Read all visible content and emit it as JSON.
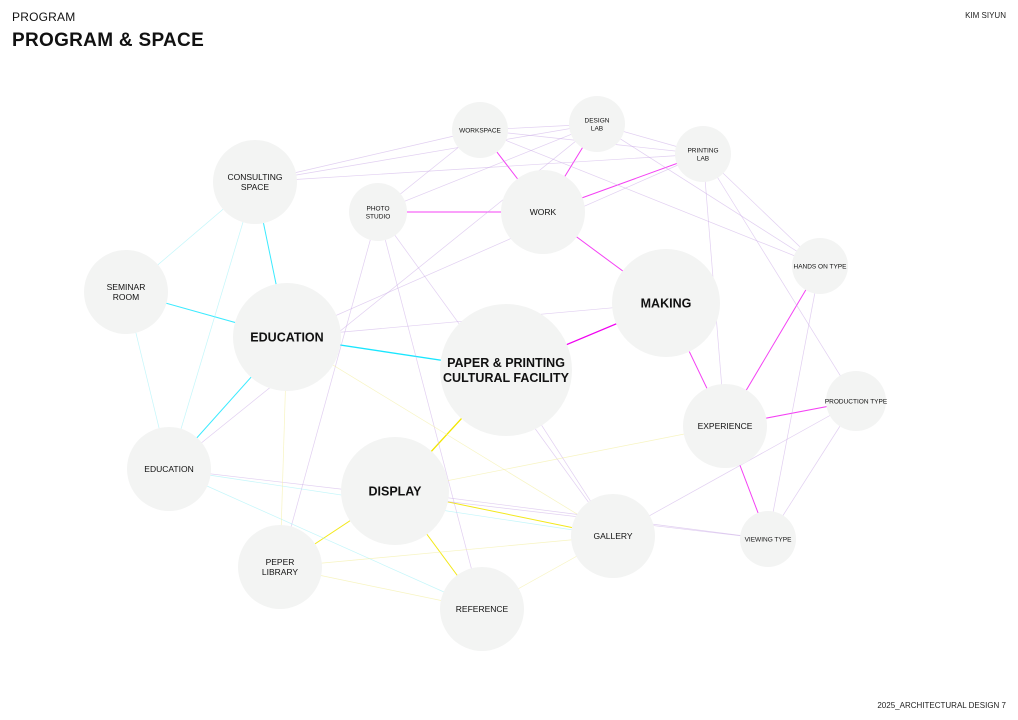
{
  "header": {
    "section": "PROGRAM",
    "title": "PROGRAM & SPACE"
  },
  "author": "KIM SIYUN",
  "footer": "2025_ARCHITECTURAL DESIGN 7",
  "colors": {
    "node_fill": "#f3f4f3",
    "education_link": "#19e6ff",
    "making_link": "#f000f0",
    "display_link": "#f2e600",
    "faint_purple": "#c9a8e6",
    "faint_cyan": "#9cf0f7",
    "faint_yellow": "#f4f0a6"
  },
  "nodes": [
    {
      "id": "center",
      "lines": [
        "PAPER & PRINTING",
        "CULTURAL FACILITY"
      ],
      "level": "major"
    },
    {
      "id": "education",
      "lines": [
        "EDUCATION"
      ],
      "level": "primary"
    },
    {
      "id": "making",
      "lines": [
        "MAKING"
      ],
      "level": "primary"
    },
    {
      "id": "display",
      "lines": [
        "DISPLAY"
      ],
      "level": "primary"
    },
    {
      "id": "consulting",
      "lines": [
        "CONSULTING",
        "SPACE"
      ],
      "level": "secondary"
    },
    {
      "id": "seminar",
      "lines": [
        "SEMINAR",
        "ROOM"
      ],
      "level": "secondary"
    },
    {
      "id": "education2",
      "lines": [
        "EDUCATION"
      ],
      "level": "secondary"
    },
    {
      "id": "workspace",
      "lines": [
        "WORKSPACE"
      ],
      "level": "tertiary"
    },
    {
      "id": "designlab",
      "lines": [
        "DESIGN",
        "LAB"
      ],
      "level": "tertiary"
    },
    {
      "id": "printinglab",
      "lines": [
        "PRINTING",
        "LAB"
      ],
      "level": "tertiary"
    },
    {
      "id": "photostudio",
      "lines": [
        "PHOTO",
        "STUDIO"
      ],
      "level": "tertiary"
    },
    {
      "id": "work",
      "lines": [
        "WORK"
      ],
      "level": "secondary"
    },
    {
      "id": "handsontype",
      "lines": [
        "HANDS ON TYPE"
      ],
      "level": "tertiary"
    },
    {
      "id": "productiontype",
      "lines": [
        "PRODUCTION TYPE"
      ],
      "level": "tertiary"
    },
    {
      "id": "experience",
      "lines": [
        "EXPERIENCE"
      ],
      "level": "secondary"
    },
    {
      "id": "viewingtype",
      "lines": [
        "VIEWING TYPE"
      ],
      "level": "tertiary"
    },
    {
      "id": "gallery",
      "lines": [
        "GALLERY"
      ],
      "level": "secondary"
    },
    {
      "id": "library",
      "lines": [
        "PEPER",
        "LIBRARY"
      ],
      "level": "secondary"
    },
    {
      "id": "reference",
      "lines": [
        "REFERENCE"
      ],
      "level": "secondary"
    }
  ],
  "edges": [
    {
      "from": "center",
      "to": "education",
      "style": "education_strong"
    },
    {
      "from": "center",
      "to": "making",
      "style": "making_strong"
    },
    {
      "from": "center",
      "to": "display",
      "style": "display_strong"
    },
    {
      "from": "education",
      "to": "seminar",
      "style": "education"
    },
    {
      "from": "education",
      "to": "consulting",
      "style": "education"
    },
    {
      "from": "education",
      "to": "education2",
      "style": "education"
    },
    {
      "from": "making",
      "to": "work",
      "style": "making"
    },
    {
      "from": "making",
      "to": "experience",
      "style": "making"
    },
    {
      "from": "work",
      "to": "workspace",
      "style": "making"
    },
    {
      "from": "work",
      "to": "designlab",
      "style": "making"
    },
    {
      "from": "work",
      "to": "printinglab",
      "style": "making"
    },
    {
      "from": "work",
      "to": "photostudio",
      "style": "making"
    },
    {
      "from": "experience",
      "to": "handsontype",
      "style": "making"
    },
    {
      "from": "experience",
      "to": "productiontype",
      "style": "making"
    },
    {
      "from": "experience",
      "to": "viewingtype",
      "style": "making"
    },
    {
      "from": "display",
      "to": "gallery",
      "style": "display"
    },
    {
      "from": "display",
      "to": "library",
      "style": "display"
    },
    {
      "from": "display",
      "to": "reference",
      "style": "display"
    },
    {
      "from": "consulting",
      "to": "workspace",
      "style": "faint_purple"
    },
    {
      "from": "consulting",
      "to": "designlab",
      "style": "faint_purple"
    },
    {
      "from": "consulting",
      "to": "printinglab",
      "style": "faint_purple"
    },
    {
      "from": "consulting",
      "to": "seminar",
      "style": "faint_cyan"
    },
    {
      "from": "consulting",
      "to": "education2",
      "style": "faint_cyan"
    },
    {
      "from": "seminar",
      "to": "education2",
      "style": "faint_cyan"
    },
    {
      "from": "workspace",
      "to": "designlab",
      "style": "faint_purple"
    },
    {
      "from": "workspace",
      "to": "printinglab",
      "style": "faint_purple"
    },
    {
      "from": "designlab",
      "to": "printinglab",
      "style": "faint_purple"
    },
    {
      "from": "workspace",
      "to": "handsontype",
      "style": "faint_purple"
    },
    {
      "from": "designlab",
      "to": "handsontype",
      "style": "faint_purple"
    },
    {
      "from": "printinglab",
      "to": "handsontype",
      "style": "faint_purple"
    },
    {
      "from": "printinglab",
      "to": "productiontype",
      "style": "faint_purple"
    },
    {
      "from": "printinglab",
      "to": "experience",
      "style": "faint_purple"
    },
    {
      "from": "designlab",
      "to": "photostudio",
      "style": "faint_purple"
    },
    {
      "from": "workspace",
      "to": "photostudio",
      "style": "faint_purple"
    },
    {
      "from": "designlab",
      "to": "education2",
      "style": "faint_purple"
    },
    {
      "from": "printinglab",
      "to": "education",
      "style": "faint_purple"
    },
    {
      "from": "photostudio",
      "to": "gallery",
      "style": "faint_purple"
    },
    {
      "from": "photostudio",
      "to": "reference",
      "style": "faint_purple"
    },
    {
      "from": "photostudio",
      "to": "library",
      "style": "faint_purple"
    },
    {
      "from": "education",
      "to": "making",
      "style": "faint_purple"
    },
    {
      "from": "education2",
      "to": "viewingtype",
      "style": "faint_purple"
    },
    {
      "from": "education2",
      "to": "gallery",
      "style": "faint_cyan"
    },
    {
      "from": "education2",
      "to": "reference",
      "style": "faint_cyan"
    },
    {
      "from": "education",
      "to": "library",
      "style": "faint_yellow"
    },
    {
      "from": "education",
      "to": "gallery",
      "style": "faint_yellow"
    },
    {
      "from": "library",
      "to": "gallery",
      "style": "faint_yellow"
    },
    {
      "from": "library",
      "to": "reference",
      "style": "faint_yellow"
    },
    {
      "from": "reference",
      "to": "gallery",
      "style": "faint_yellow"
    },
    {
      "from": "display",
      "to": "experience",
      "style": "faint_yellow"
    },
    {
      "from": "display",
      "to": "viewingtype",
      "style": "faint_purple"
    },
    {
      "from": "gallery",
      "to": "productiontype",
      "style": "faint_purple"
    },
    {
      "from": "gallery",
      "to": "center",
      "style": "faint_purple"
    },
    {
      "from": "handsontype",
      "to": "viewingtype",
      "style": "faint_purple"
    },
    {
      "from": "productiontype",
      "to": "viewingtype",
      "style": "faint_purple"
    }
  ]
}
